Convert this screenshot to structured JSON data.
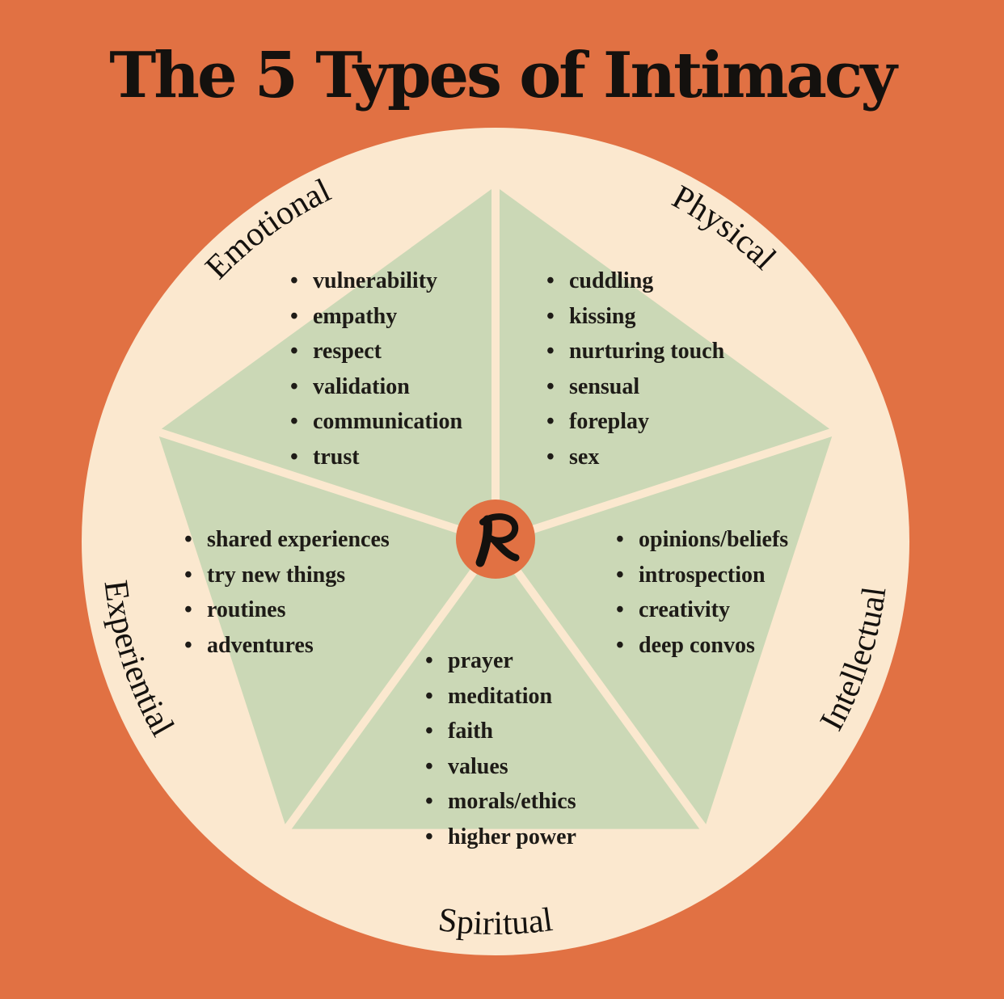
{
  "title": "The 5 Types of Intimacy",
  "colors": {
    "background": "#e17143",
    "ring": "#fbe8cf",
    "segment": "#cbd8b6",
    "center": "#e17143",
    "text": "#14110e"
  },
  "logo": {
    "letter": "R"
  },
  "segments": [
    {
      "name": "Emotional",
      "items": [
        "vulnerability",
        "empathy",
        "respect",
        "validation",
        "communication",
        "trust"
      ]
    },
    {
      "name": "Physical",
      "items": [
        "cuddling",
        "kissing",
        "nurturing touch",
        "sensual",
        "foreplay",
        "sex"
      ]
    },
    {
      "name": "Intellectual",
      "items": [
        "opinions/beliefs",
        "introspection",
        "creativity",
        "deep convos"
      ]
    },
    {
      "name": "Spiritual",
      "items": [
        "prayer",
        "meditation",
        "faith",
        "values",
        "morals/ethics",
        "higher power"
      ]
    },
    {
      "name": "Experiential",
      "items": [
        "shared experiences",
        "try new things",
        "routines",
        "adventures"
      ]
    }
  ]
}
